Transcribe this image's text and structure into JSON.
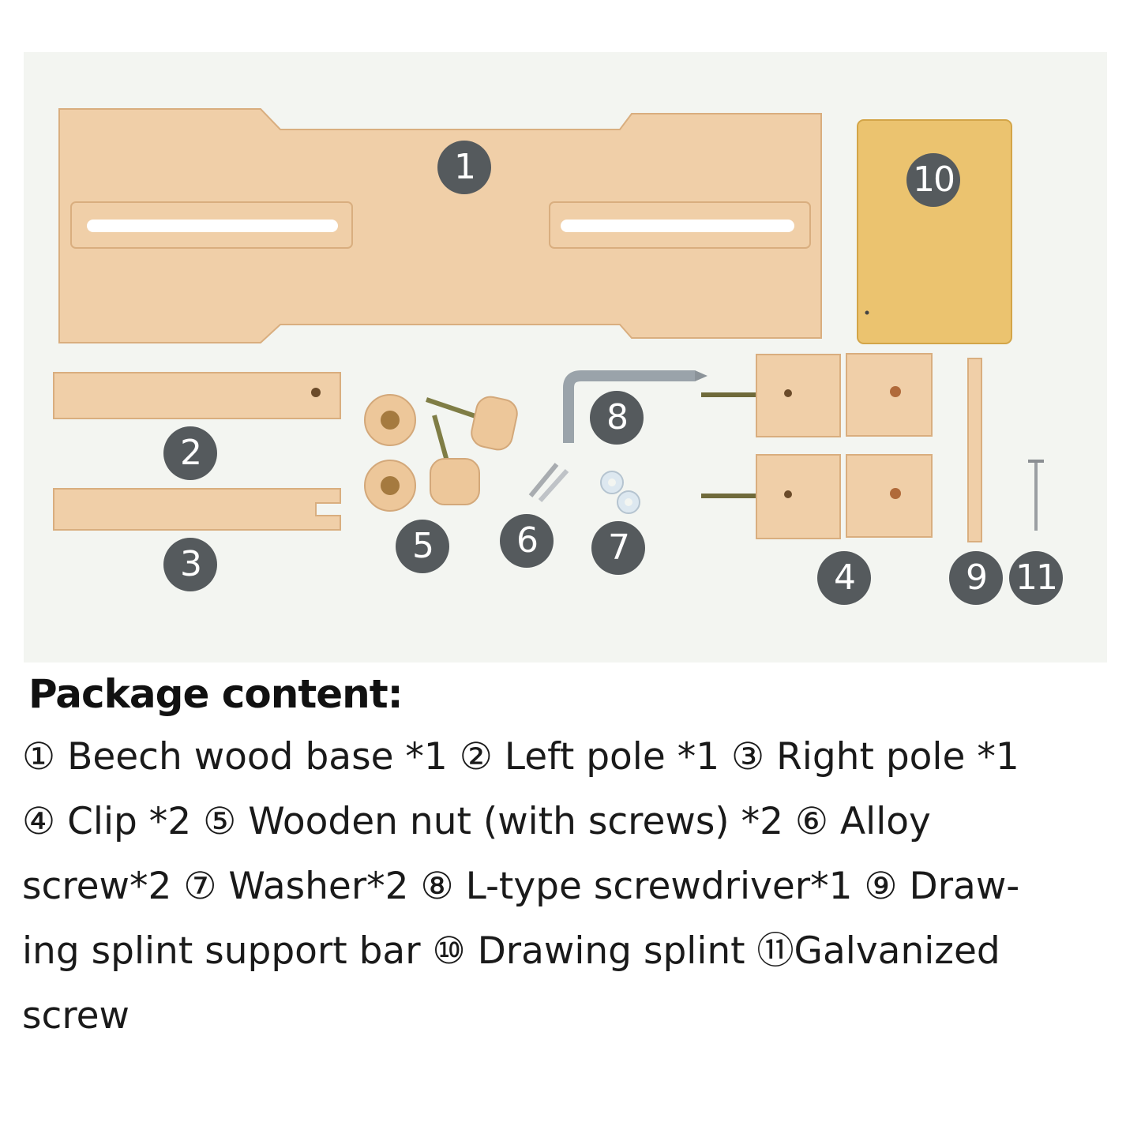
{
  "badges": {
    "b1": "1",
    "b2": "2",
    "b3": "3",
    "b4": "4",
    "b5": "5",
    "b6": "6",
    "b7": "7",
    "b8": "8",
    "b9": "9",
    "b10": "10",
    "b11": "11"
  },
  "colors": {
    "photo_background": "#f3f5f1",
    "wood": "#f0cfa8",
    "splint": "#ebc36f",
    "badge": "#555a5d"
  },
  "package": {
    "heading": "Package content:",
    "text": "① Beech wood base *1  ② Left pole *1  ③  Right pole *1\n④ Clip *2  ⑤ Wooden nut (with screws) *2 ⑥ Alloy\nscrew*2  ⑦ Washer*2  ⑧ L-type screwdriver*1 ⑨ Draw-\ning splint support bar ⑩ Drawing splint ⑪Galvanized\nscrew"
  }
}
